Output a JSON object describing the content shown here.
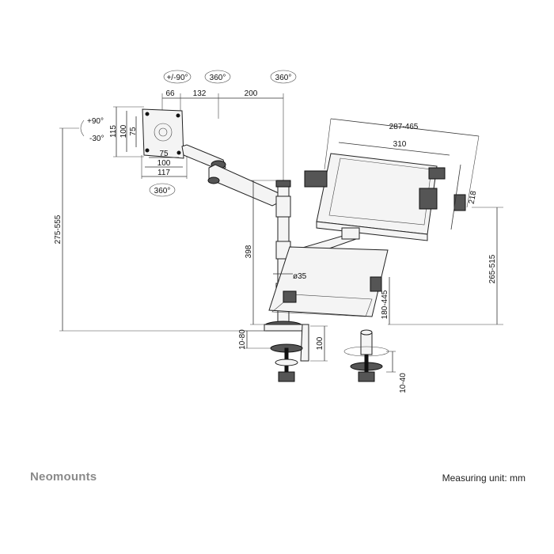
{
  "brand": "Neomounts",
  "measuring_unit": "Measuring unit: mm",
  "rotation_badges": {
    "tilt_lr": "+/-90°",
    "swivel_1": "360°",
    "swivel_2": "360°",
    "rotate_plate": "360°"
  },
  "tilt": {
    "up": "+90°",
    "down": "-30°"
  },
  "vesa": {
    "h115": "115",
    "h100": "100",
    "h75": "75",
    "w75": "75",
    "w100": "100",
    "w117": "117",
    "plate_offset": "66"
  },
  "arm": {
    "seg1": "132",
    "seg2": "200"
  },
  "height_total": "275-555",
  "pole_height": "398",
  "pole_diameter": "ø35",
  "tray": {
    "width_range": "287-465",
    "width": "310",
    "depth": "218",
    "height_range": "265-515",
    "lower_range": "180-445"
  },
  "clamp": {
    "desk_thickness": "10-80",
    "depth": "100",
    "grommet_thickness": "10-40"
  }
}
